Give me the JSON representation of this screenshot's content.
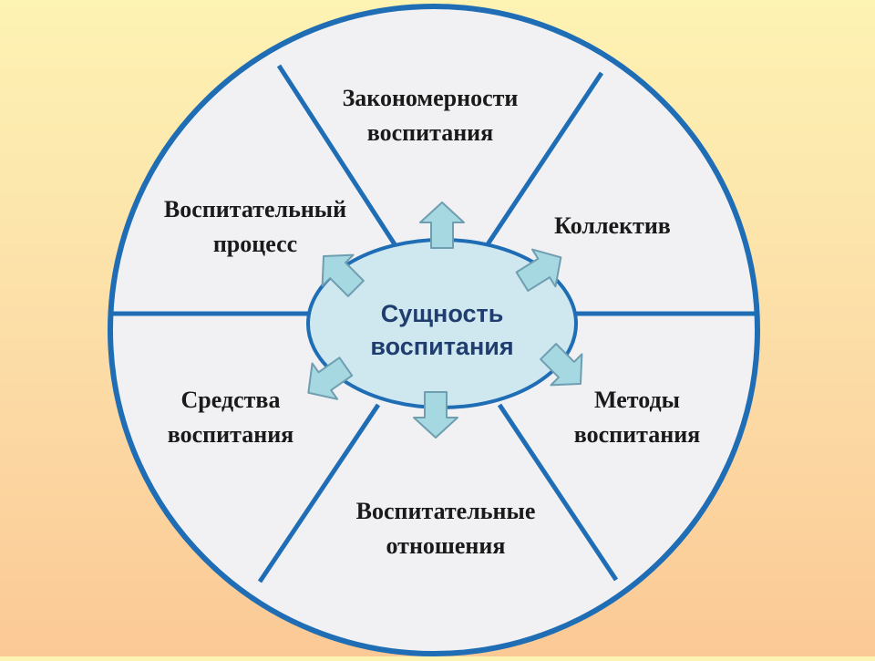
{
  "center": {
    "line1": "Сущность",
    "line2": "воспитания"
  },
  "segments": [
    {
      "line1": "Закономерности",
      "line2": "воспитания"
    },
    {
      "line1": "Коллектив",
      "line2": ""
    },
    {
      "line1": "Методы",
      "line2": "воспитания"
    },
    {
      "line1": "Воспитательные",
      "line2": "отношения"
    },
    {
      "line1": "Средства",
      "line2": "воспитания"
    },
    {
      "line1": "Воспитательный",
      "line2": "процесс"
    }
  ],
  "colors": {
    "circle_fill": "#f1f1f4",
    "circle_stroke": "#1f6db5",
    "ellipse_fill": "#cfe8f0",
    "ellipse_stroke": "#1f6db5",
    "arrow_fill": "#a6d8e2",
    "arrow_stroke": "#6e9eb0",
    "center_text": "#1f3d6e",
    "label_text": "#1a1a1a"
  }
}
